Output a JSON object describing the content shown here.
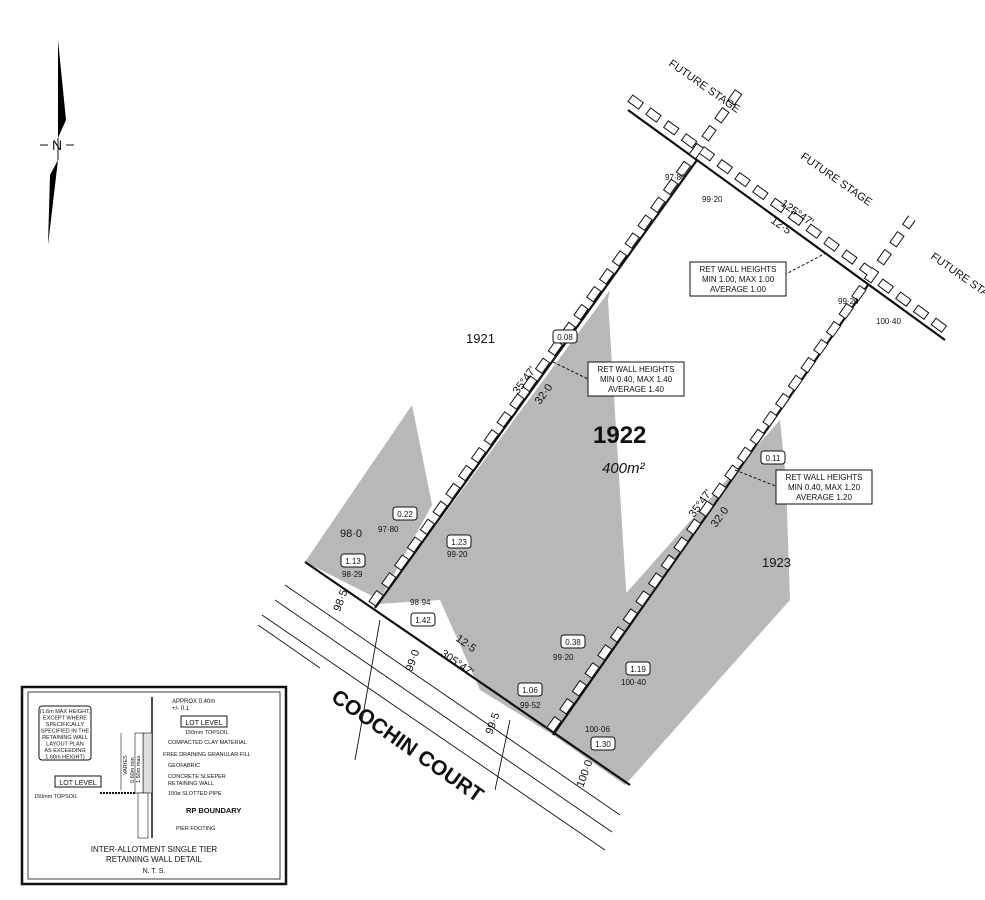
{
  "compass": {
    "label": "N",
    "icon": "north-arrow-icon"
  },
  "lots": {
    "main": {
      "number": "1922",
      "area": "400m²"
    },
    "left": "1921",
    "right": "1923"
  },
  "future_stage": [
    "FUTURE STAGE",
    "FUTURE STAGE",
    "FUTURE STAGE"
  ],
  "road_name": "COOCHIN COURT",
  "bearings": {
    "left_bearing": "35°47'",
    "left_distance": "32·0",
    "right_bearing": "35°47'",
    "right_distance": "32·0",
    "top_bearing": "125°47'",
    "top_distance": "12·5",
    "front_bearing": "305°47'",
    "front_distance": "12·5"
  },
  "wall_heights": [
    {
      "title": "RET WALL HEIGHTS",
      "range": "MIN 1.00, MAX 1.00",
      "average": "AVERAGE 1.00"
    },
    {
      "title": "RET WALL HEIGHTS",
      "range": "MIN 0.40, MAX 1.40",
      "average": "AVERAGE 1.40"
    },
    {
      "title": "RET WALL HEIGHTS",
      "range": "MIN 0.40, MAX 1.20",
      "average": "AVERAGE 1.20"
    }
  ],
  "wall_height_tags": [
    "0.08",
    "0.22",
    "1.23",
    "1.13",
    "1.42",
    "0.11",
    "0.38",
    "1.19",
    "1.06",
    "1.30"
  ],
  "levels": [
    "97·80",
    "99·20",
    "99·20",
    "100·40",
    "98·0",
    "97·80",
    "99·20",
    "98·29",
    "98·94",
    "99·20",
    "100·40",
    "99·52",
    "100·06"
  ],
  "contours": [
    "98·5",
    "99·0",
    "99·5",
    "100·0"
  ],
  "detail": {
    "note": [
      "(1.6m MAX HEIGHT,",
      "EXCEPT WHERE",
      "SPECIFICALLY",
      "SPECIFIED IN THE",
      "RETAINING WALL",
      "LAYOUT PLAN",
      "AS EXCEEDING",
      "1.60m HEIGHT)"
    ],
    "lot_level": "LOT LEVEL",
    "lot_level_2": "LOT LEVEL",
    "approx": "APPROX 0.40m",
    "tolerance": "+/- 0.1",
    "callouts": [
      "150mm TOPSOIL",
      "COMPACTED CLAY MATERIAL",
      "FREE DRAINING GRANULAR FILL",
      "GEOFABRIC",
      "CONCRETE SLEEPER",
      "RETAINING WALL",
      "100ø SLOTTED PIPE",
      "RP BOUNDARY",
      "PIER FOOTING"
    ],
    "topsoil_left": "150mm TOPSOIL",
    "varies": "VARIES",
    "height_range": "0.60m min",
    "height_range_2": "1.60m max.",
    "title": "INTER-ALLOTMENT SINGLE TIER",
    "title_2": "RETAINING WALL DETAIL",
    "scale": "N. T. S."
  }
}
